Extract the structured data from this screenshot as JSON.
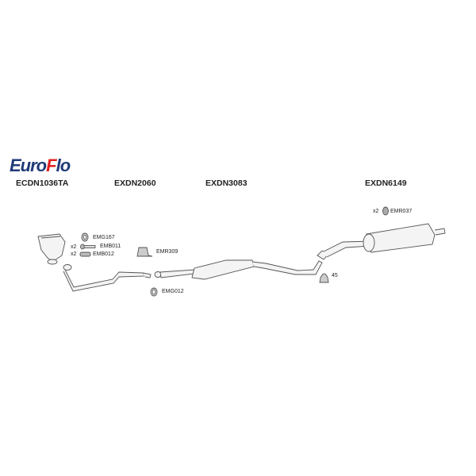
{
  "brand": {
    "name_a": "Euro",
    "name_f": "F",
    "name_b": "lo",
    "primary_color": "#1f3a78",
    "accent_color": "#e02020"
  },
  "sections": [
    {
      "code": "ECDN1036TA"
    },
    {
      "code": "EXDN2060"
    },
    {
      "code": "EXDN3083"
    },
    {
      "code": "EXDN6149"
    }
  ],
  "parts": {
    "emg167": "EMG167",
    "emb011_qty": "x2",
    "emb011": "EMB011",
    "emb012_qty": "x2",
    "emb012": "EMB012",
    "emr309": "EMR309",
    "emg012": "EMG012",
    "clamp": "45",
    "emr037_qty": "x2",
    "emr037": "EMR037"
  }
}
